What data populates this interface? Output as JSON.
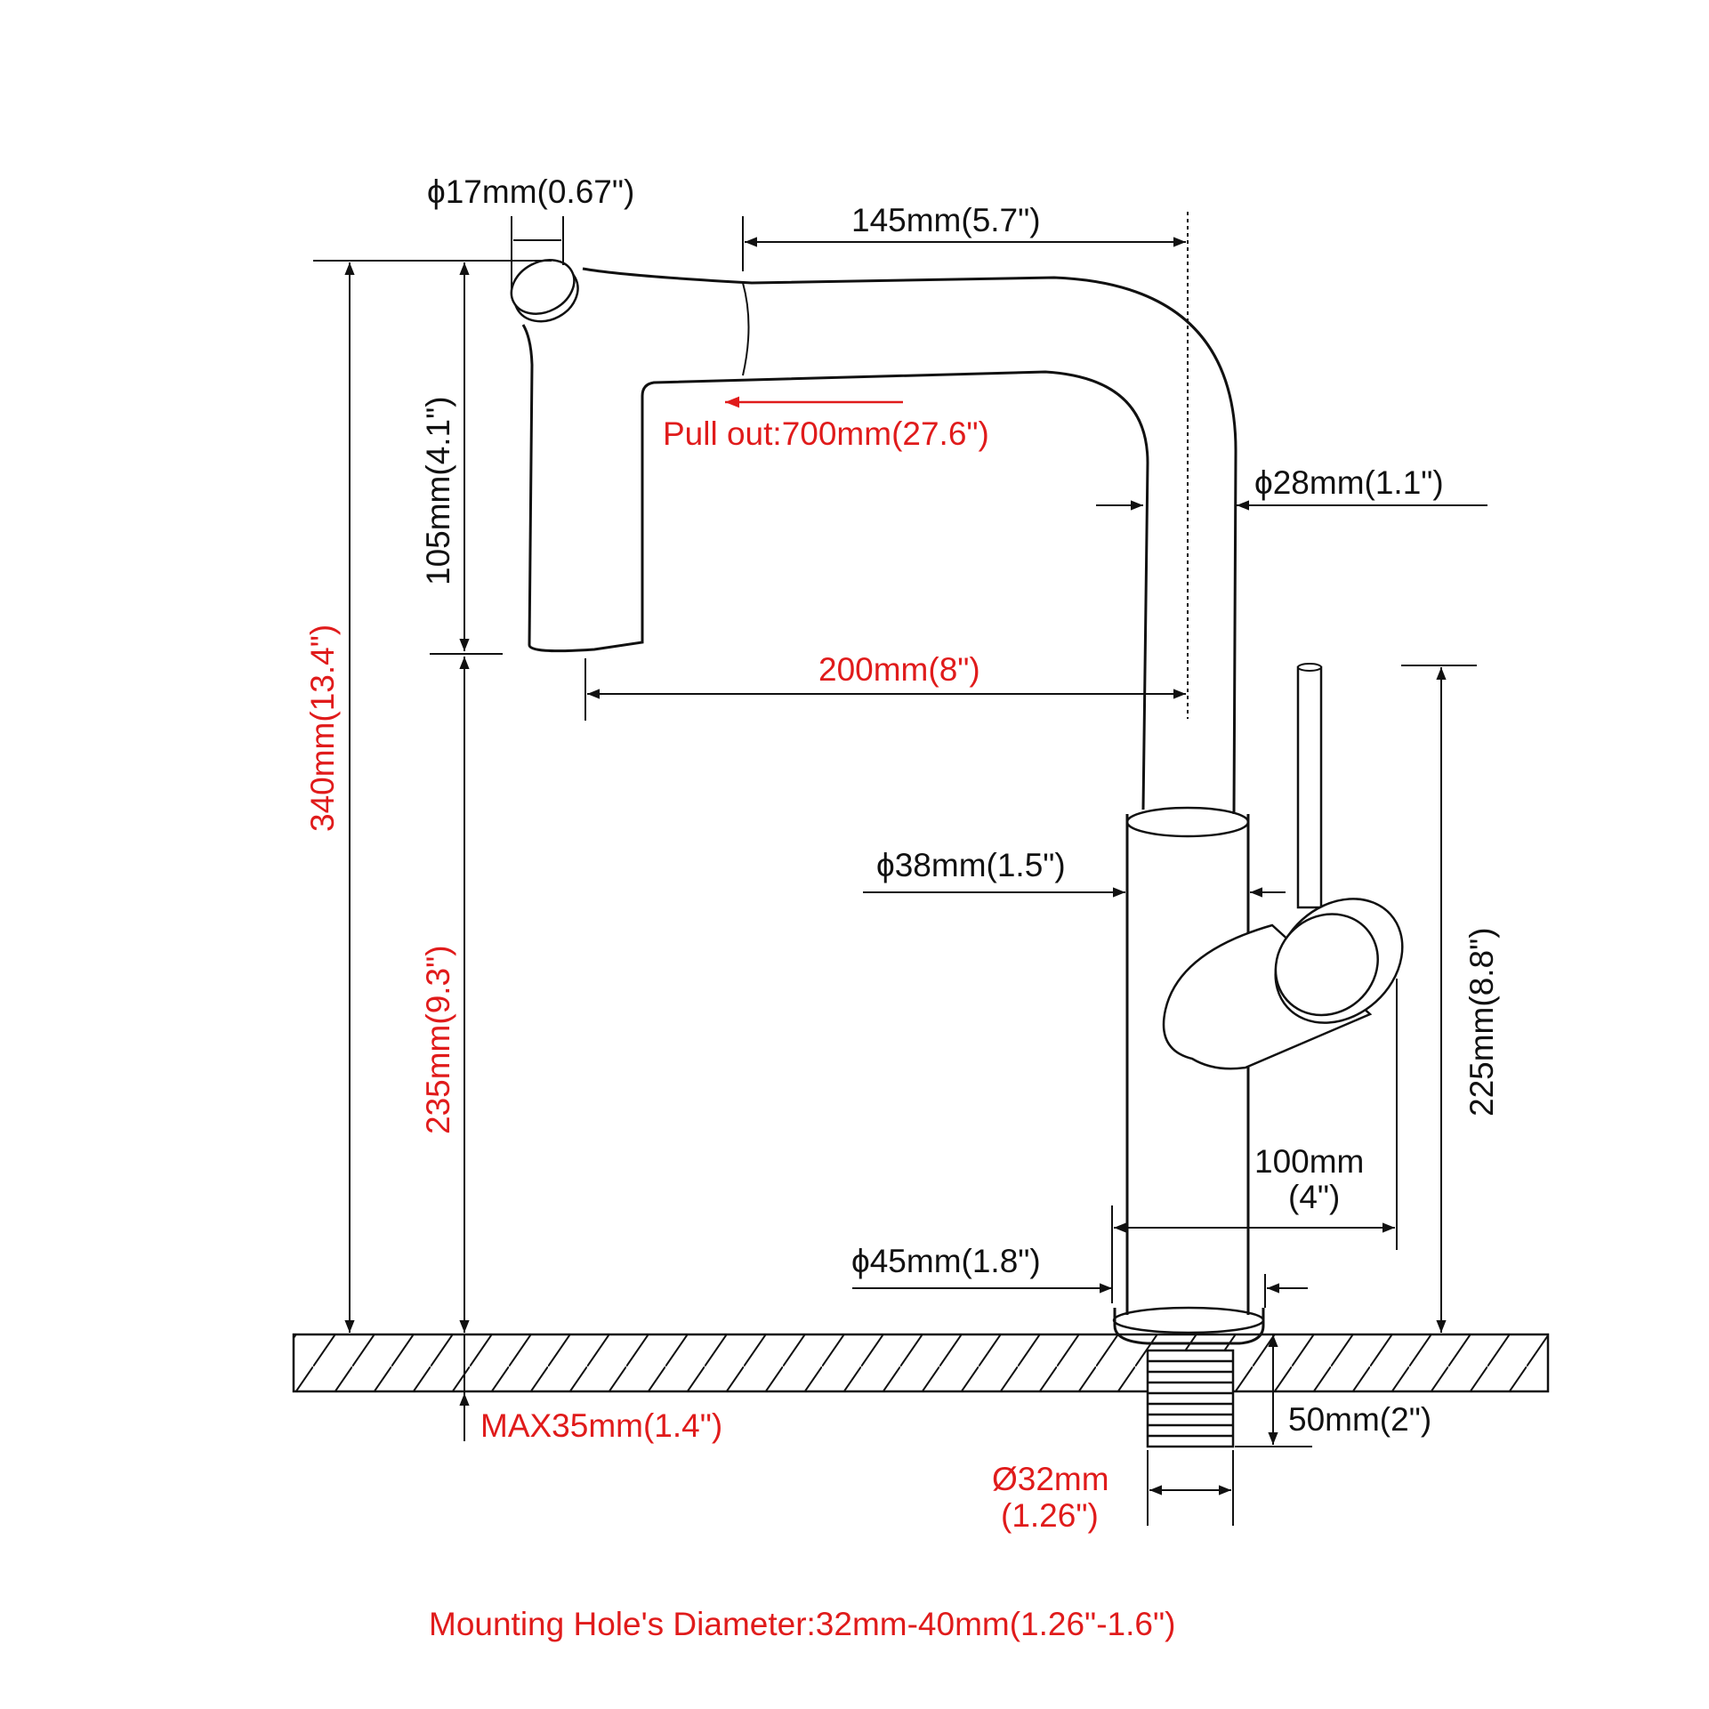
{
  "colors": {
    "line": "#111111",
    "accent": "#e01b1b",
    "background": "#ffffff"
  },
  "labels": {
    "spout_outlet_dia": "ϕ17mm(0.67\")",
    "spout_reach_top": "145mm(5.7\")",
    "spout_drop": "105mm(4.1\")",
    "pull_out": "Pull out:700mm(27.6\")",
    "neck_dia": "ϕ28mm(1.1\")",
    "spout_reach": "200mm(8\")",
    "total_height": "340mm(13.4\")",
    "body_dia": "ϕ38mm(1.5\")",
    "spout_height": "235mm(9.3\")",
    "handle_height": "225mm(8.8\")",
    "handle_reach_line1": "100mm",
    "handle_reach_line2": "(4\")",
    "base_dia": "ϕ45mm(1.8\")",
    "max_deck": "MAX35mm(1.4\")",
    "shank_length": "50mm(2\")",
    "shank_dia_line1": "Ø32mm",
    "shank_dia_line2": "(1.26\")",
    "footer": "Mounting Hole's Diameter:32mm-40mm(1.26\"-1.6\")"
  }
}
